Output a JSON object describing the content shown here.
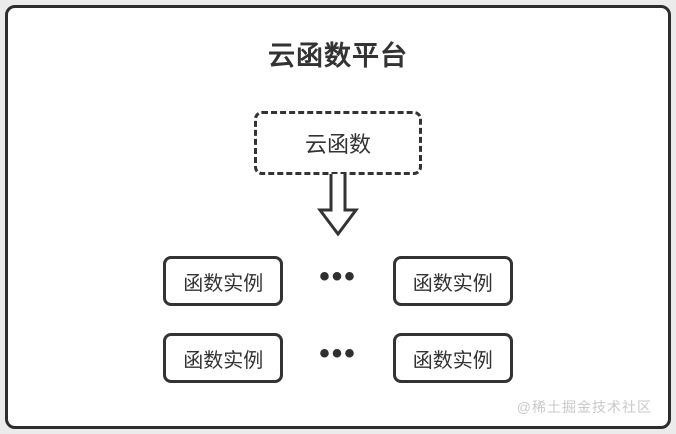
{
  "colors": {
    "page_background": "#ebebeb",
    "surface": "#ffffff",
    "frame_border": "#2d2d2d",
    "node_border": "#333333",
    "text": "#333333",
    "watermark_text": "#c9c9c9"
  },
  "diagram": {
    "title": "云函数平台",
    "cloud_function_label": "云函数",
    "arrow_icon": "hollow-down-arrow",
    "rows": [
      {
        "left": "函数实例",
        "dots": "•••",
        "right": "函数实例"
      },
      {
        "left": "函数实例",
        "dots": "•••",
        "right": "函数实例"
      }
    ],
    "watermark": "@稀土掘金技术社区"
  }
}
